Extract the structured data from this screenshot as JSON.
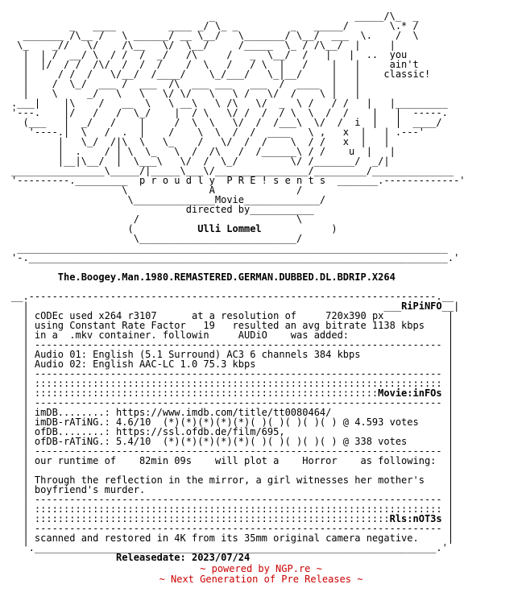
{
  "nfo": {
    "art_lines": [
      "                                  _                        _____/\\_  _",
      "          _   ____         ____ _/ \\_ _         _   _____/       \\.* /",
      "  _______ /\\__ /   \\ ______/ __ \\__/   \\_______/ \\__/  ___  \\.    /  \\",
      " \\_    _//   \\/    /\\__   \\/  \\__/     /_____  \\_ / /\\__/  |     |",
      "  |  | /  __/ \\  / /  /  _/   /\\     /   _  \\__/  /   |   |  ..  you",
      "  |  |/  / /  /\\/  /  /  /    /  \\   /   / \\  |   /    |   |     ain't",
      "  |     / /  /   \\/__/  /____/    \\_/___/   \\_|__/     |   |    classic!",
      "  |    /  \\_/  ___ /  ___  /\\  ___ ___   ___  /  ____  |   |",
      "  |    \\     _/   \\   \\   \\/ \\/   \\   \\ /   \\/  /    \\ |   |",
      ".___|    |\\    /   __  \\   \\ __\\   \\ /\\   \\/  _  \\ /   / /   |   |_________",
      "'---.    |/   /   /  \\_/    |  / \\   \\/ /  /  / \\  \\  /  /    |   |  -----.",
      "  (___   |  _/   /    |     /  \\  \\   \\/  /  /___\\  \\/  /  i  |   |  ____/",
      "   '----.|  \\   /  .  |    /    \\  \\  /  /  ____   \\ ,   x  |   | .---'",
      "        |   \\_/  /|\\  \\   \\_    /   \\/  /  /    \\  / /   x  |   |",
      "        |  .    / | \\  \\_   \\  /  /\\   /  /______\\ / /    u  |   |",
      "        |__|\\__/  |  \\___\\   \\/  /  \\_/         \\/ /_______/  _/|",
      "________________\\_____/|_____\\___\\/________________/_________/______________",
      "'--------._________  p r o u d l y  P R E ! s e n t s  _______.-------------'"
    ],
    "tagline": "p r o u d l y  P R E ! s e n t s",
    "title_block": {
      "word_a": "A",
      "word_movie": "Movie",
      "directed_by": "directed by",
      "director": "Ulli Lommel"
    },
    "release_name": "The.Boogey.Man.1980.REMASTERED.GERMAN.DUBBED.DL.BDRIP.X264",
    "ripinfo": {
      "header": "RiPiNFO",
      "codec_label": "cODEc used",
      "codec": "x264 r3107",
      "resolution_label": "at a resolution of",
      "resolution": "720x390 px",
      "rate_label": "using Constant Rate Factor",
      "crf": "19",
      "bitrate_label": "resulted an avg bitrate",
      "bitrate": "1138 kbps",
      "container_label": "in a  .mkv container. followin",
      "audio_label": "AUDiO",
      "added_label": "was added:"
    },
    "audio_tracks": [
      "Audio 01: English (5.1 Surround) AC3 6 channels 384 kbps",
      "Audio 02: English AAC-LC 1.0 75.3 kbps"
    ],
    "movieinfo": {
      "header": "Movie:inFOs",
      "imdb_label": "imDB........:",
      "imdb_url": "https://www.imdb.com/title/tt0080464/",
      "imdb_rating_label": "imDB-rATiNG.:",
      "imdb_rating": "4.6/10",
      "imdb_stars": "(*)(*)(*)(*)(*)( )( )( )( )( )",
      "imdb_votes": "@ 4.593 votes",
      "ofdb_label": "ofDB........:",
      "ofdb_url": "https://ssl.ofdb.de/film/695,",
      "ofdb_rating_label": "ofDB-rATiNG.:",
      "ofdb_rating": "5.4/10",
      "ofdb_stars": "(*)(*)(*)(*)(*)( )( )( )( )( )",
      "ofdb_votes": "@ 338 votes",
      "runtime_label": "our runtime of",
      "runtime": "82min 09s",
      "plot_label": "will plot a",
      "genre": "Horror",
      "following_label": "as following:",
      "plot": [
        "Through the reflection in the mirror, a girl witnesses her mother's",
        "boyfriend's murder."
      ]
    },
    "notes": {
      "header": "Rls:nOT3s",
      "text": "scanned and restored in 4K from its 35mm original camera negative."
    },
    "release_date_label": "Releasedate:",
    "release_date": "2023/07/24"
  },
  "footer": {
    "powered_by": "~ powered by NGP.re ~",
    "slogan": "~ Next Generation of Pre Releases ~",
    "color": "#cc0000"
  }
}
